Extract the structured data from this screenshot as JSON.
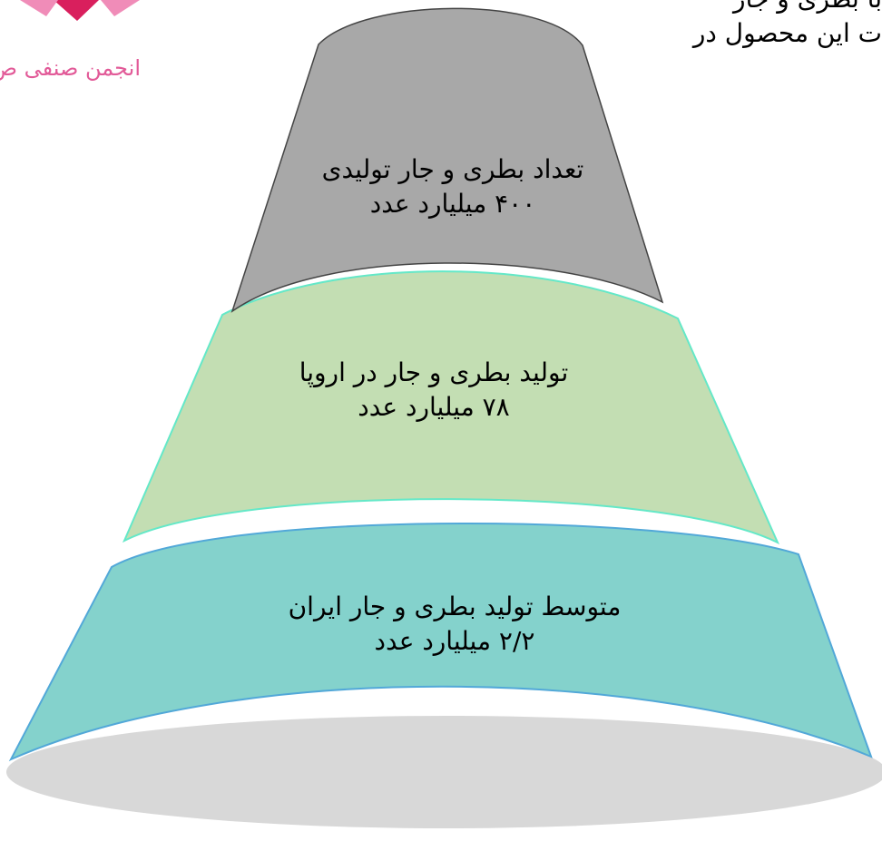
{
  "logo": {
    "name": "logo-mark",
    "text": "انجمن صنفی ص"
  },
  "header": {
    "line_1": "با بطری و جار",
    "line_2": "ت این محصول در"
  },
  "tiers": [
    {
      "title": "تعداد بطری و جار تولیدی",
      "value": "۴۰۰ میلیارد عدد",
      "fill": "#a8a8a8"
    },
    {
      "title": "تولید بطری  و جار در اروپا",
      "value": "۷۸ میلیارد عدد",
      "fill": "#c3deb3"
    },
    {
      "title": "متوسط تولید بطری و جار ایران",
      "value": "۲/۲ میلیارد عدد",
      "fill": "#84d2cc"
    }
  ],
  "colors": {
    "logo_red": "#d91f5d",
    "logo_pink": "#e25a98",
    "ellipse_gray": "#d8d8d8",
    "green_stroke": "#64e8c8",
    "teal_stroke": "#52a8d8"
  }
}
